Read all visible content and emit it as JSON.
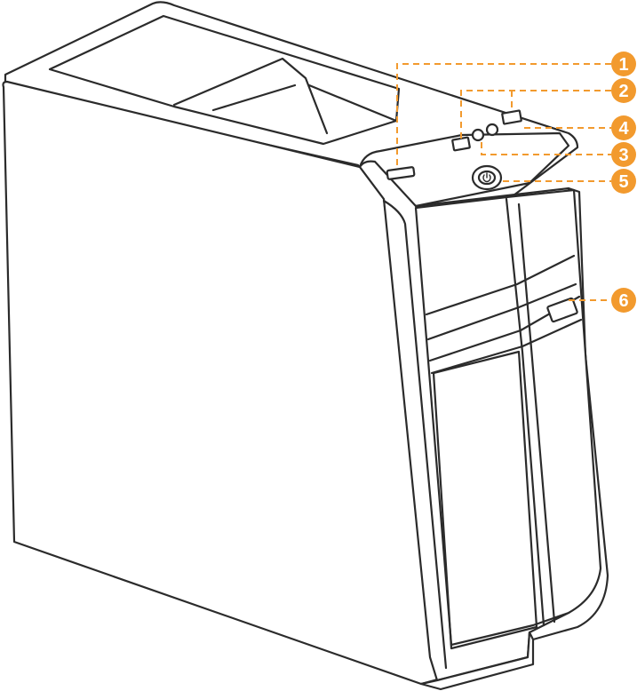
{
  "diagram": {
    "accent_color": "#f29a2e",
    "line_color": "#2b2b2b",
    "subject": "desktop-tower-case",
    "callouts": [
      {
        "id": "callout-1",
        "number": "1"
      },
      {
        "id": "callout-2",
        "number": "2"
      },
      {
        "id": "callout-4",
        "number": "4"
      },
      {
        "id": "callout-3",
        "number": "3"
      },
      {
        "id": "callout-5",
        "number": "5"
      },
      {
        "id": "callout-6",
        "number": "6"
      }
    ]
  }
}
